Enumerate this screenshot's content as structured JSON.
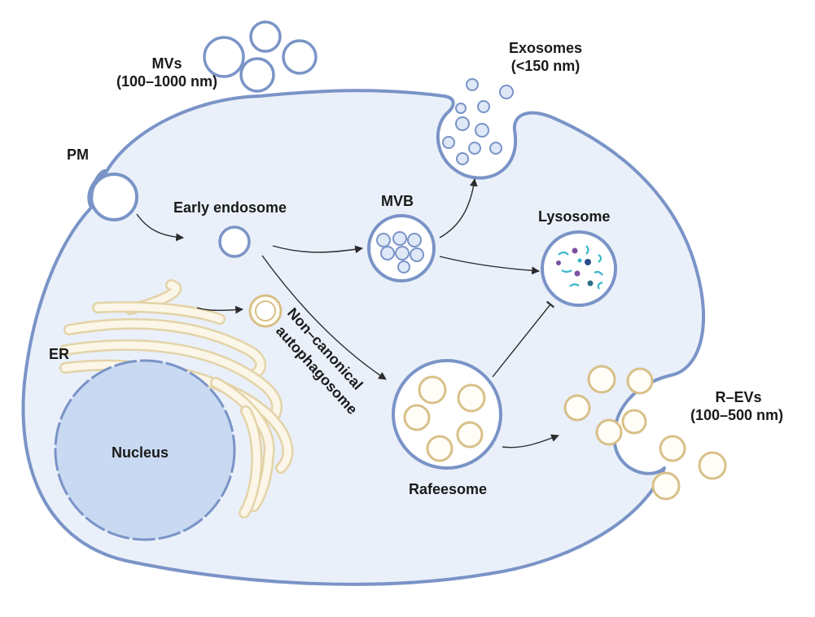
{
  "labels": {
    "mvs": "MVs",
    "mvs_size": "(100–1000 nm)",
    "exosomes": "Exosomes",
    "exosomes_size": "(<150 nm)",
    "pm": "PM",
    "early_endosome": "Early endosome",
    "mvb": "MVB",
    "lysosome": "Lysosome",
    "er": "ER",
    "non_canonical": "Non–canonical",
    "autophagosome": "autophagosome",
    "nucleus": "Nucleus",
    "rafeesome": "Rafeesome",
    "revs": "R–EVs",
    "revs_size": "(100–500 nm)"
  },
  "colors": {
    "membrane": "#7a94c7",
    "cytoplasm": "#eaf0fa",
    "nucleus": "#c9d9f2",
    "er_golgi": "#e3d3a7",
    "rafeesome_vesicle": "#d8c089",
    "lysosome_content_teal": "#39b7c9",
    "lysosome_content_purple": "#7b4fa3"
  }
}
